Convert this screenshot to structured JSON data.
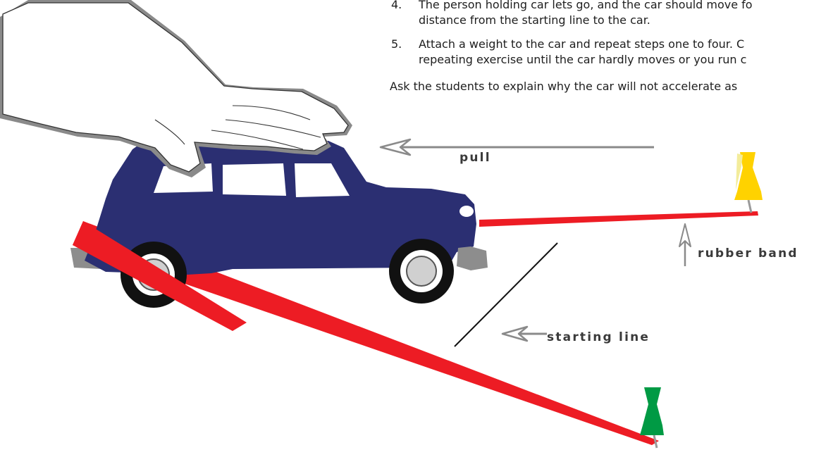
{
  "steps": [
    {
      "number": "4.",
      "line1": "The person holding car lets go, and the car should move fo",
      "line2": "distance from the starting line to the car."
    },
    {
      "number": "5.",
      "line1": "Attach a weight to the car and repeat steps one to four. C",
      "line2": "repeating exercise until the car hardly moves or you run c"
    }
  ],
  "instruction": "Ask the students to explain why the car will not accelerate as",
  "labels": {
    "pull": "pull",
    "rubber_band": "rubber band",
    "starting_line": "starting line"
  },
  "colors": {
    "car_body": "#2b2f72",
    "rubber_band": "#ed1c24",
    "pin_top": "#ffd200",
    "pin_bottom": "#009a44",
    "arrow": "#8a8a8a"
  }
}
